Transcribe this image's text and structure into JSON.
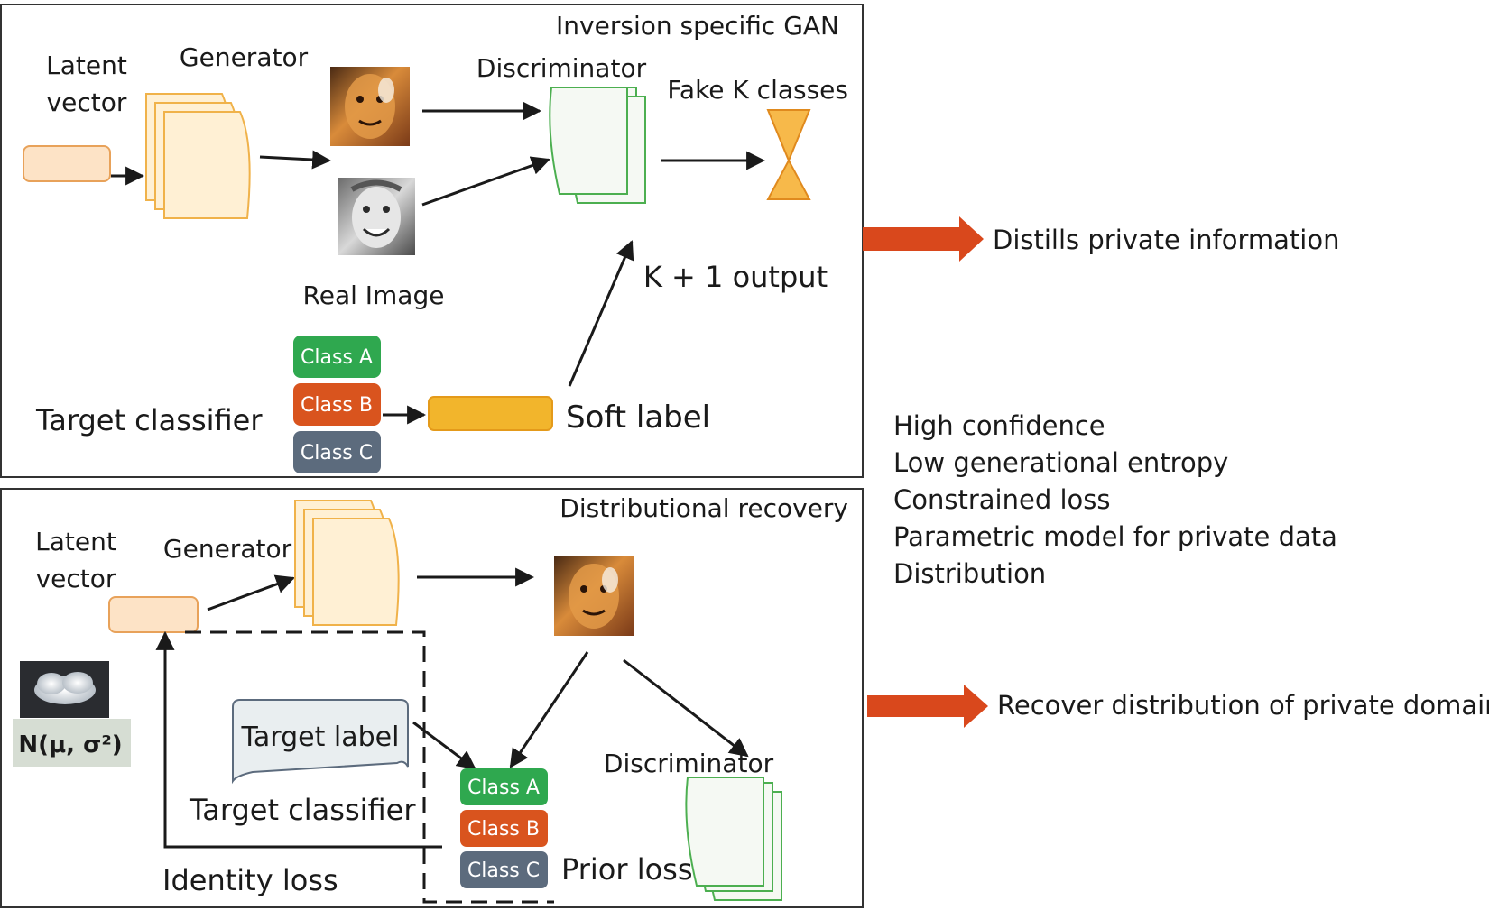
{
  "top_panel": {
    "title": "Inversion specific GAN",
    "latent_label_line1": "Latent",
    "latent_label_line2": "vector",
    "generator_label": "Generator",
    "discriminator_label": "Discriminator",
    "fake_label": "Fake K classes",
    "real_image_label": "Real Image",
    "output_label": "K + 1 output",
    "target_classifier_label": "Target classifier",
    "soft_label": "Soft label",
    "classes": [
      "Class A",
      "Class B",
      "Class C"
    ]
  },
  "bottom_panel": {
    "title": "Distributional recovery",
    "latent_label_line1": "Latent",
    "latent_label_line2": "vector",
    "generator_label": "Generator",
    "discriminator_label": "Discriminator",
    "target_label": "Target label",
    "target_classifier_label": "Target classifier",
    "identity_loss_label": "Identity loss",
    "prior_loss_label": "Prior loss",
    "distribution_label": "N(μ, σ²)",
    "classes": [
      "Class A",
      "Class B",
      "Class C"
    ]
  },
  "side": {
    "top_arrow_label": "Distills private information",
    "bottom_arrow_label": "Recover distribution of private domain",
    "properties": [
      "High confidence",
      "Low generational entropy",
      "Constrained loss",
      "Parametric model for private data",
      "Distribution"
    ]
  },
  "colors": {
    "class_a": "#2fa84f",
    "class_b": "#d9541e",
    "class_c": "#5c6b7d",
    "soft_label": "#f2b52c",
    "arrow_orange": "#d9481c",
    "latent_fill": "#fde3c6",
    "generator_fill": "#fff0d4",
    "discriminator_stroke": "#4caf50"
  }
}
